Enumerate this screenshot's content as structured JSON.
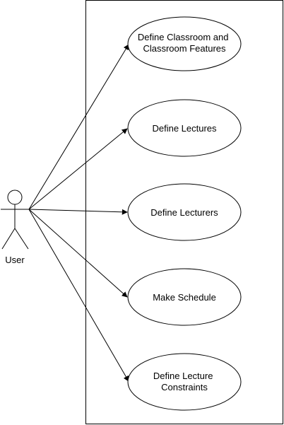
{
  "actor": {
    "name": "User"
  },
  "use_cases": [
    {
      "lines": [
        "Define Classroom and",
        "Classroom Features"
      ]
    },
    {
      "lines": [
        "Define Lectures"
      ]
    },
    {
      "lines": [
        "Define Lecturers"
      ]
    },
    {
      "lines": [
        "Make Schedule"
      ]
    },
    {
      "lines": [
        "Define Lecture",
        "Constraints"
      ]
    }
  ]
}
